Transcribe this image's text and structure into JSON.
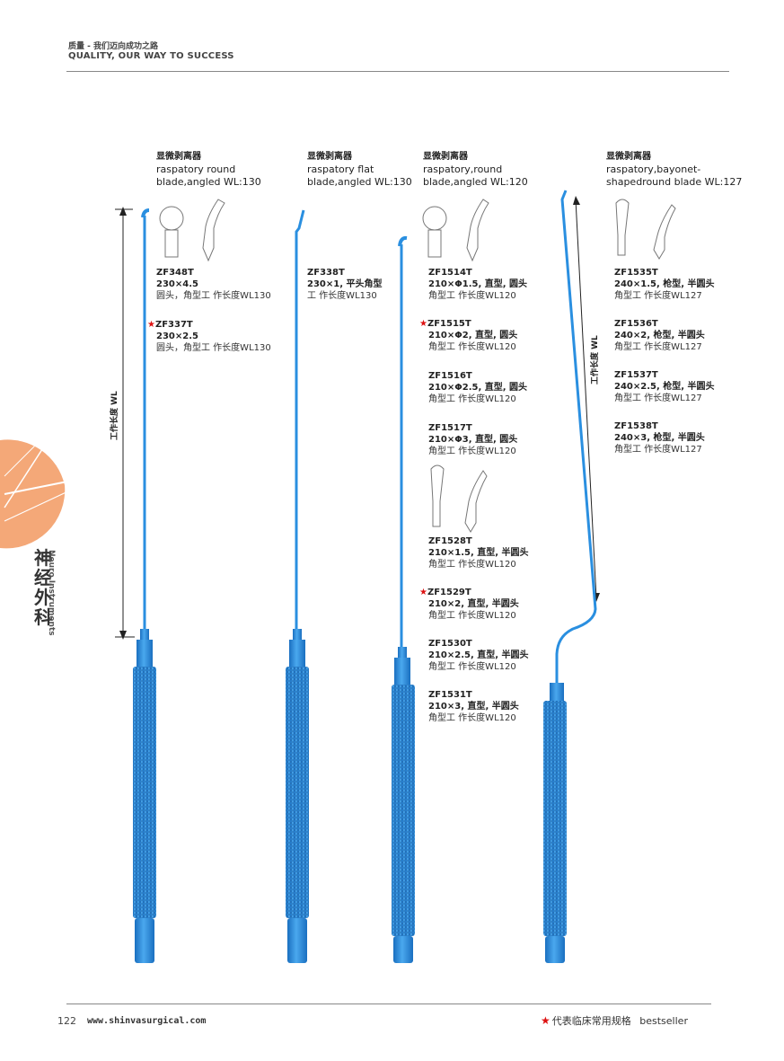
{
  "header": {
    "title_cn": "质量 - 我们迈向成功之路",
    "title_en": "QUALITY, OUR WAY TO SUCCESS"
  },
  "footer": {
    "page_number": "122",
    "url": "www.shinvasurgical.com",
    "bestseller_cn": "代表临床常用规格",
    "bestseller_en": "bestseller"
  },
  "sidebar": {
    "category_cn": "神经外科",
    "category_en": "Neuro Instruments"
  },
  "wl_label": "工作长度 WL",
  "colors": {
    "instrument_blue": "#2a8fe0",
    "accent_orange": "#f0a070",
    "star_red": "#dd1111"
  },
  "sections": [
    {
      "title_cn": "显微剥离器",
      "title_en_1": "raspatory round",
      "title_en_2": "blade,angled  WL:130",
      "items": [
        {
          "code": "ZF348T",
          "spec": "230×4.5",
          "desc": "圆头，角型工 作长度WL130",
          "star": false
        },
        {
          "code": "ZF337T",
          "spec": "230×2.5",
          "desc": "圆头，角型工 作长度WL130",
          "star": true
        }
      ]
    },
    {
      "title_cn": "显微剥离器",
      "title_en_1": "raspatory flat",
      "title_en_2": "blade,angled  WL:130",
      "items": [
        {
          "code": "ZF338T",
          "spec": "230×1, 平头角型",
          "desc": "工 作长度WL130",
          "star": false
        }
      ]
    },
    {
      "title_cn": "显微剥离器",
      "title_en_1": "raspatory,round",
      "title_en_2": "blade,angled  WL:120",
      "items": [
        {
          "code": "ZF1514T",
          "spec": "210×Φ1.5, 直型, 圆头",
          "desc": "角型工 作长度WL120",
          "star": false
        },
        {
          "code": "ZF1515T",
          "spec": "210×Φ2, 直型, 圆头",
          "desc": "角型工 作长度WL120",
          "star": true
        },
        {
          "code": "ZF1516T",
          "spec": "210×Φ2.5, 直型, 圆头",
          "desc": "角型工 作长度WL120",
          "star": false
        },
        {
          "code": "ZF1517T",
          "spec": "210×Φ3, 直型, 圆头",
          "desc": "角型工 作长度WL120",
          "star": false
        },
        {
          "code": "ZF1528T",
          "spec": "210×1.5, 直型, 半圆头",
          "desc": "角型工 作长度WL120",
          "star": false
        },
        {
          "code": "ZF1529T",
          "spec": "210×2, 直型, 半圆头",
          "desc": "角型工 作长度WL120",
          "star": true
        },
        {
          "code": "ZF1530T",
          "spec": "210×2.5, 直型, 半圆头",
          "desc": "角型工 作长度WL120",
          "star": false
        },
        {
          "code": "ZF1531T",
          "spec": "210×3, 直型, 半圆头",
          "desc": "角型工 作长度WL120",
          "star": false
        }
      ]
    },
    {
      "title_cn": "显微剥离器",
      "title_en_1": "raspatory,bayonet-",
      "title_en_2": "shapedround blade  WL:127",
      "items": [
        {
          "code": "ZF1535T",
          "spec": "240×1.5, 枪型, 半圆头",
          "desc": "角型工 作长度WL127",
          "star": false
        },
        {
          "code": "ZF1536T",
          "spec": "240×2, 枪型, 半圆头",
          "desc": "角型工 作长度WL127",
          "star": false
        },
        {
          "code": "ZF1537T",
          "spec": "240×2.5, 枪型, 半圆头",
          "desc": "角型工 作长度WL127",
          "star": false
        },
        {
          "code": "ZF1538T",
          "spec": "240×3, 枪型, 半圆头",
          "desc": "角型工 作长度WL127",
          "star": false
        }
      ]
    }
  ]
}
